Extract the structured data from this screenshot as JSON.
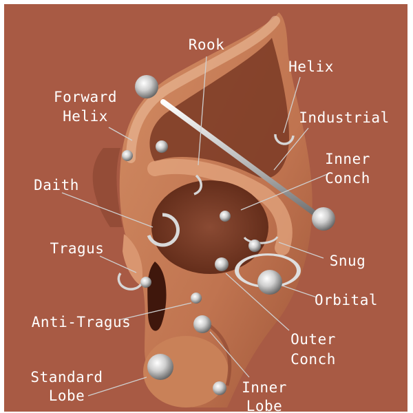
{
  "colors": {
    "background": "#a85a44",
    "skin_light": "#e9b08a",
    "skin_mid": "#c67a52",
    "skin_shadow": "#6e3320",
    "label": "#ffffff",
    "leader": "#cfcfcf",
    "metal": "#c8c8c8"
  },
  "labels": {
    "rook": "Rook",
    "helix": "Helix",
    "forward_helix_1": "Forward",
    "forward_helix_2": "Helix",
    "industrial": "Industrial",
    "inner_conch_1": "Inner",
    "inner_conch_2": "Conch",
    "daith": "Daith",
    "tragus": "Tragus",
    "snug": "Snug",
    "orbital": "Orbital",
    "anti_tragus": "Anti-Tragus",
    "outer_conch_1": "Outer",
    "outer_conch_2": "Conch",
    "standard_lobe_1": "Standard",
    "standard_lobe_2": "Lobe",
    "inner_lobe_1": "Inner",
    "inner_lobe_2": "Lobe"
  }
}
